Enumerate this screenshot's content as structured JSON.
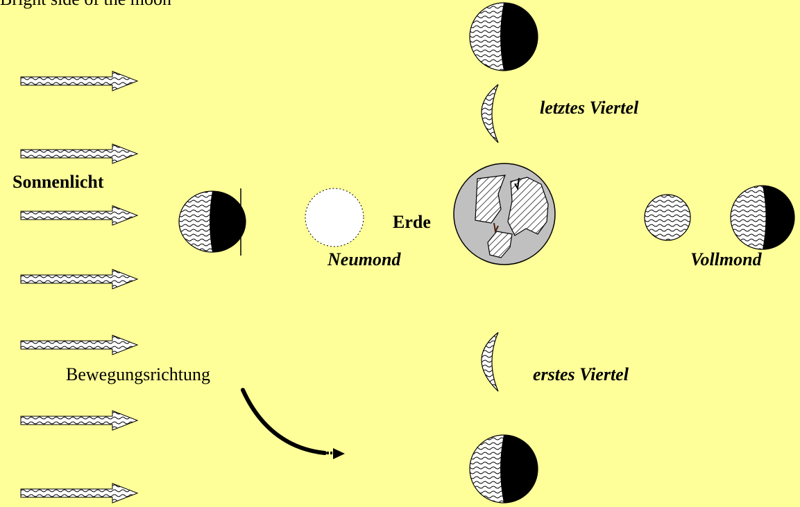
{
  "diagram": {
    "top_text": "Bright side of the moon",
    "labels": {
      "sunlight": "Sonnenlicht",
      "earth": "Erde",
      "new_moon": "Neumond",
      "full_moon": "Vollmond",
      "last_quarter": "letztes Viertel",
      "first_quarter": "erstes Viertel",
      "direction": "Bewegungsrichtung"
    },
    "colors": {
      "background": "#ffff99",
      "earth_fill": "#c0c0c0",
      "moon_dark": "#000000",
      "moon_lit": "#ffffff",
      "outline": "#000000"
    }
  }
}
